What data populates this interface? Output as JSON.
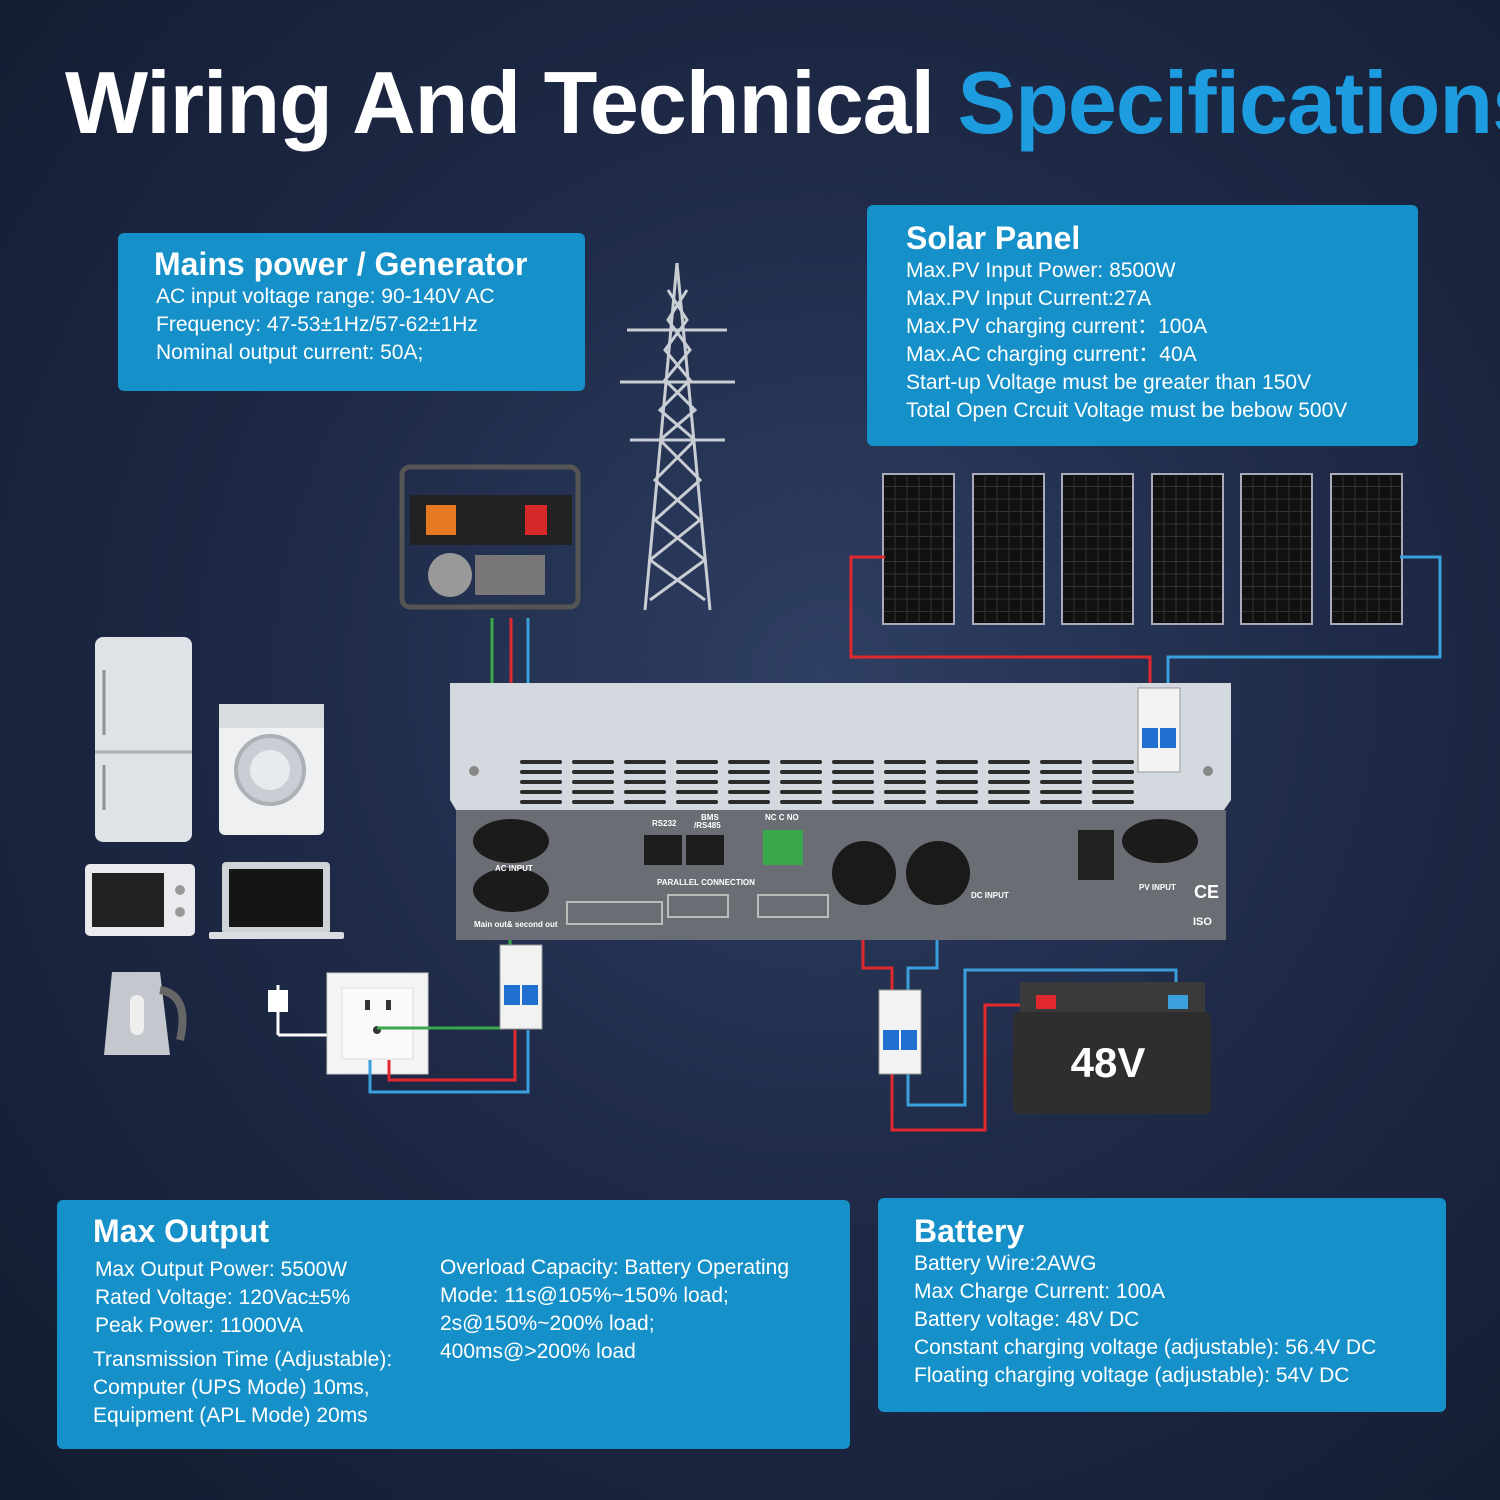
{
  "title": {
    "main": "Wiring And Technical",
    "accent": "Specifications"
  },
  "mains": {
    "heading": "Mains power / Generator",
    "lines": [
      "AC input voltage range: 90-140V AC",
      "Frequency: 47-53±1Hz/57-62±1Hz",
      "Nominal output current: 50A;"
    ]
  },
  "solar": {
    "heading": "Solar Panel",
    "lines": [
      "Max.PV Input Power: 8500W",
      "Max.PV Input Current:27A",
      "Max.PV charging current：100A",
      "Max.AC charging current：40A",
      "Start-up Voltage must be greater than 150V",
      "Total Open Crcuit Voltage must be bebow 500V"
    ]
  },
  "output": {
    "heading": "Max Output",
    "left_lines": [
      "Max Output Power: 5500W",
      "Rated Voltage: 120Vac±5%",
      "Peak Power: 11000VA"
    ],
    "transmission_lines": [
      "Transmission Time (Adjustable):",
      "Computer (UPS Mode) 10ms,",
      "Equipment (APL Mode) 20ms"
    ],
    "right_lines": [
      "Overload Capacity: Battery Operating",
      "Mode: 11s@105%~150% load;",
      "2s@150%~200% load;",
      "400ms@>200% load"
    ]
  },
  "battery": {
    "heading": "Battery",
    "lines": [
      "Battery Wire:2AWG",
      "Max Charge Current: 100A",
      "Battery voltage: 48V DC",
      "Constant charging voltage (adjustable): 56.4V DC",
      "Floating charging voltage (adjustable): 54V DC"
    ],
    "label": "48V"
  },
  "inverter_labels": {
    "rs232": "RS232",
    "bms": "BMS",
    "rs485": "/RS485",
    "relay": "NC C NO",
    "ac_input": "AC INPUT",
    "main_out": "Main out& second out",
    "parallel": "PARALLEL CONNECTION",
    "dc_input": "DC INPUT",
    "pv_input": "PV INPUT",
    "ce": "CE",
    "iso": "ISO"
  },
  "icons": [
    "power-tower-icon",
    "generator-icon",
    "solar-panel-icon",
    "refrigerator-icon",
    "washing-machine-icon",
    "microwave-icon",
    "laptop-icon",
    "kettle-icon",
    "plug-icon",
    "wall-socket-icon",
    "breaker-icon",
    "battery-icon",
    "inverter-icon"
  ],
  "colors": {
    "accent": "#1e9ce0",
    "card": "#1590c9",
    "wire_red": "#e0282e",
    "wire_blue": "#3a9fdc",
    "wire_green": "#3aa84a"
  }
}
